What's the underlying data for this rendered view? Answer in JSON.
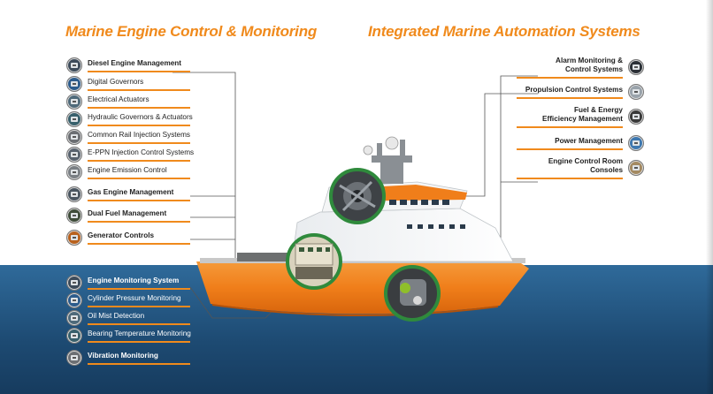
{
  "titles": {
    "left": "Marine Engine Control & Monitoring",
    "right": "Integrated Marine Automation Systems"
  },
  "colors": {
    "accent": "#f08a1c",
    "sea": "#1d4a72",
    "hull": "#f07e1a"
  },
  "left_upper_items": [
    {
      "label": "Diesel Engine Management",
      "icon": "diesel-engine-icon",
      "bold": true
    },
    {
      "label": "Digital Governors",
      "icon": "digital-governor-icon",
      "bold": false
    },
    {
      "label": "Electrical Actuators",
      "icon": "electrical-actuator-icon",
      "bold": false
    },
    {
      "label": "Hydraulic Governors & Actuators",
      "icon": "hydraulic-governor-icon",
      "bold": false
    },
    {
      "label": "Common Rail Injection Systems",
      "icon": "common-rail-icon",
      "bold": false
    },
    {
      "label": "E-PPN Injection Control Systems",
      "icon": "injection-control-icon",
      "bold": false
    },
    {
      "label": "Engine Emission Control",
      "icon": "emission-control-icon",
      "bold": false
    },
    {
      "label": "Gas Engine Management",
      "icon": "gas-engine-icon",
      "bold": true
    },
    {
      "label": "Dual Fuel Management",
      "icon": "dual-fuel-icon",
      "bold": true
    },
    {
      "label": "Generator Controls",
      "icon": "generator-icon",
      "bold": true
    }
  ],
  "left_lower_items": [
    {
      "label": "Engine Monitoring System",
      "icon": "monitoring-system-icon",
      "bold": true
    },
    {
      "label": "Cylinder Pressure Monitoring",
      "icon": "cylinder-pressure-icon",
      "bold": false
    },
    {
      "label": "Oil Mist Detection",
      "icon": "oil-mist-icon",
      "bold": false
    },
    {
      "label": "Bearing Temperature Monitoring",
      "icon": "bearing-temperature-icon",
      "bold": false
    },
    {
      "label": "Vibration Monitoring",
      "icon": "vibration-icon",
      "bold": true
    }
  ],
  "right_items": [
    {
      "line1": "Alarm Monitoring &",
      "line2": "Control Systems",
      "icon": "alarm-monitoring-icon"
    },
    {
      "line1": "Propulsion Control Systems",
      "line2": "",
      "icon": "propulsion-control-icon"
    },
    {
      "line1": "Fuel & Energy",
      "line2": "Efficiency Management",
      "icon": "fuel-energy-icon"
    },
    {
      "line1": "Power Management",
      "line2": "",
      "icon": "power-management-icon"
    },
    {
      "line1": "Engine Control Room",
      "line2": "Consoles",
      "icon": "control-room-icon"
    }
  ]
}
